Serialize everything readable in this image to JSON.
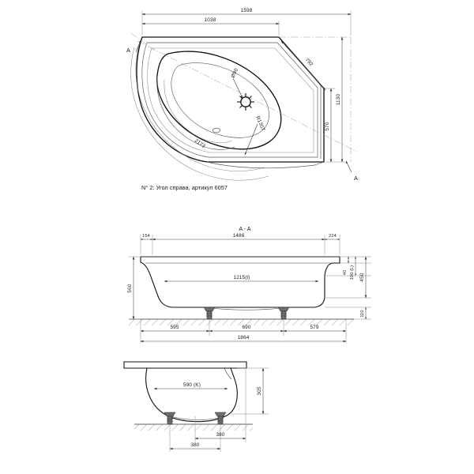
{
  "drawing": {
    "caption": "N° 2: Угол справа, артикул 6057",
    "section_title": "A - A",
    "section_mark_top": "A",
    "section_mark_bottom": "A"
  },
  "plan_view": {
    "name": "corner-bath-plan",
    "dims": {
      "overall_width": "1598",
      "flange_run": "1038",
      "diagonal_edge": "792",
      "overall_depth": "1130",
      "inner_depth": "570",
      "arc_length": "2173",
      "radius": "R1307",
      "drain_diameter": "Ø90"
    }
  },
  "section_aa": {
    "name": "section-a-a",
    "dims": {
      "left_flange": "154",
      "top_inner_span": "1486",
      "right_flange": "224",
      "overall_height": "560",
      "bottom_inner_span": "1215(l)",
      "left_foot_offset": "595",
      "foot_spacing": "690",
      "right_foot_offset": "579",
      "overall_length": "1864",
      "rim_thickness": "40",
      "rim_total": "100 (L)",
      "body_height": "450",
      "foot_height": "110"
    }
  },
  "end_view": {
    "name": "end-section-view",
    "dims": {
      "inner_width": "590 (K)",
      "depth": "305",
      "foot_offset_inner": "380",
      "foot_offset_outer": "380"
    }
  }
}
